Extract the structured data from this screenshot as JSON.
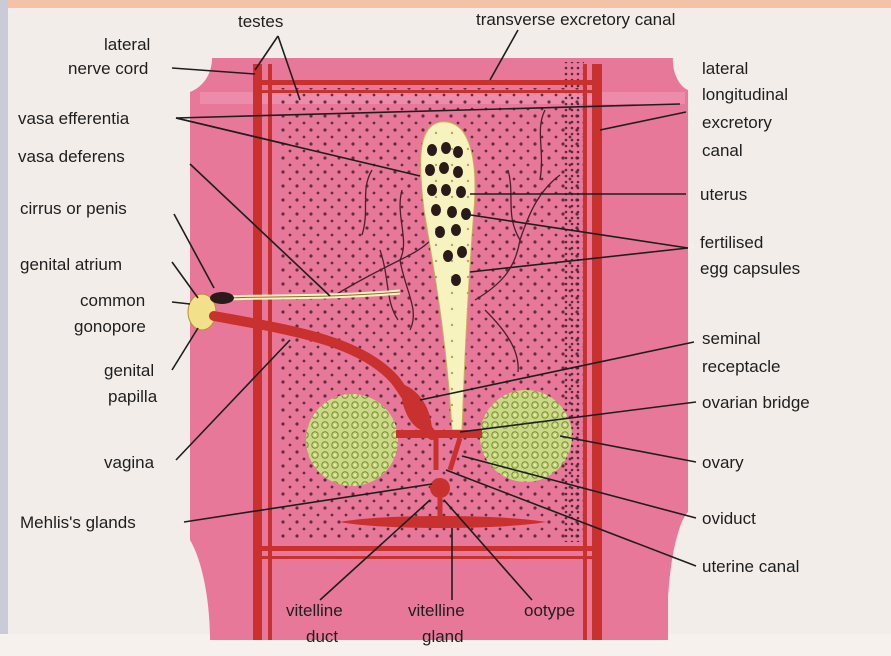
{
  "labels": {
    "testes": "testes",
    "transverse_excretory_canal": "transverse excretory canal",
    "lateral_nerve_cord": [
      "lateral",
      "nerve cord"
    ],
    "vasa_efferentia": "vasa efferentia",
    "vasa_deferens": "vasa deferens",
    "cirrus_or_penis": "cirrus or penis",
    "genital_atrium": "genital atrium",
    "common_gonopore": [
      "common",
      "gonopore"
    ],
    "genital_papilla": [
      "genital",
      "papilla"
    ],
    "vagina": "vagina",
    "mehlis_glands": "Mehlis's glands",
    "lateral_longitudinal_excretory_canal": [
      "lateral",
      "longitudinal",
      "excretory",
      "canal"
    ],
    "uterus": "uterus",
    "fertilised_egg_capsules": [
      "fertilised",
      "egg capsules"
    ],
    "seminal_receptacle": [
      "seminal",
      "receptacle"
    ],
    "ovarian_bridge": "ovarian bridge",
    "ovary": "ovary",
    "oviduct": "oviduct",
    "uterine_canal": "uterine canal",
    "vitelline_duct": [
      "vitelline",
      "duct"
    ],
    "vitelline_gland": [
      "vitelline",
      "gland"
    ],
    "ootype": "ootype"
  },
  "colors": {
    "segment_fill": "#e8789a",
    "canal": "#c8312e",
    "uterus_fill": "#f6f3bf",
    "ovary_fill": "#c9d886",
    "label_line": "#1e1e1e"
  }
}
